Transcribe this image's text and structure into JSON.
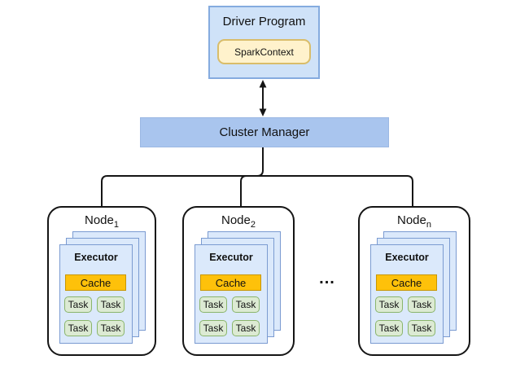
{
  "colors": {
    "line": "#151515",
    "driver_fill": "#cfe2f8",
    "driver_border": "#85abdf",
    "spark_fill": "#fff2cc",
    "spark_border": "#d9bd6a",
    "bar_fill": "#a9c5ee",
    "bar_border": "#9cb8e3",
    "executor_fill": "#dbe9fb",
    "executor_border": "#7b9bd1",
    "cache_fill": "#fec10a",
    "cache_border": "#c89600",
    "task_fill": "#dcead3",
    "task_border": "#8ab56c"
  },
  "driver": {
    "title": "Driver Program",
    "context_label": "SparkContext"
  },
  "cluster_manager": {
    "label": "Cluster Manager"
  },
  "ellipsis_label": "...",
  "nodes": [
    {
      "name": "Node",
      "subscript": "1",
      "executor": {
        "title": "Executor",
        "cache_label": "Cache",
        "tasks": [
          "Task",
          "Task",
          "Task",
          "Task"
        ]
      }
    },
    {
      "name": "Node",
      "subscript": "2",
      "executor": {
        "title": "Executor",
        "cache_label": "Cache",
        "tasks": [
          "Task",
          "Task",
          "Task",
          "Task"
        ]
      }
    },
    {
      "name": "Node",
      "subscript": "n",
      "executor": {
        "title": "Executor",
        "cache_label": "Cache",
        "tasks": [
          "Task",
          "Task",
          "Task",
          "Task"
        ]
      }
    }
  ]
}
